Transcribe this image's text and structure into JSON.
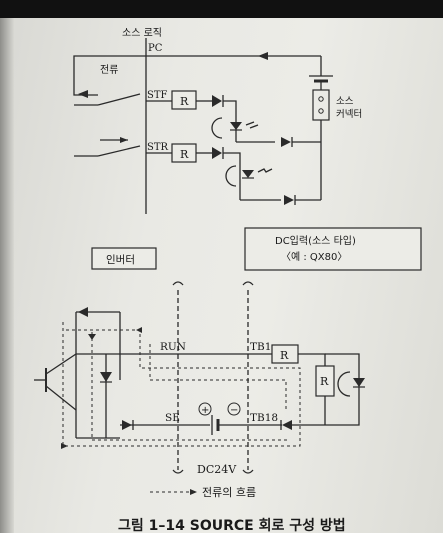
{
  "top": {
    "source_logic": "소스 로직",
    "pc": "PC",
    "current": "전류",
    "stf": "STF",
    "str": "STR",
    "r1": "R",
    "r2": "R",
    "source_connector_1": "소스",
    "source_connector_2": "커넥터"
  },
  "bottom": {
    "inverter": "인버터",
    "dc_input_1": "DC입력(소스 타입)",
    "dc_input_2": "〈예 : QX80〉",
    "run": "RUN",
    "tb1": "TB1",
    "se": "SE",
    "tb18": "TB18",
    "r_top": "R",
    "r_side": "R",
    "plus": "+",
    "minus": "−",
    "dc24v": "DC24V",
    "legend": "전류의 흐름"
  },
  "caption": "그림 1–14  SOURCE 회로 구성 방법"
}
